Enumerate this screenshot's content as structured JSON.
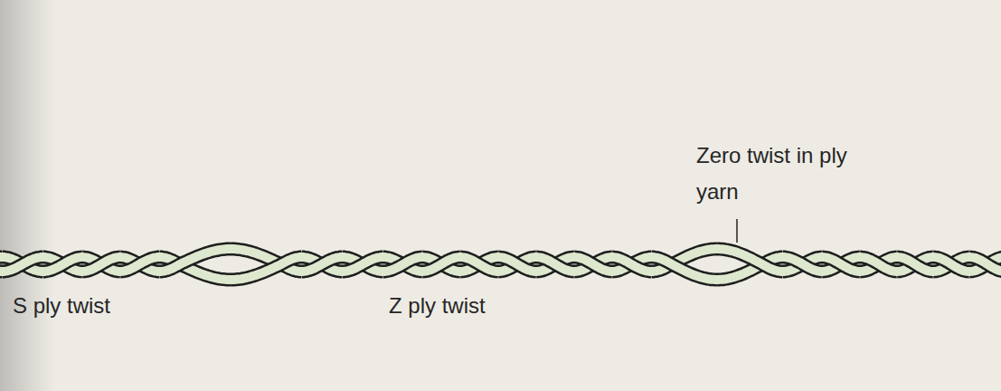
{
  "diagram": {
    "labels": [
      "S ply twist",
      "Z ply twist",
      "Zero twist in ply yarn"
    ]
  }
}
